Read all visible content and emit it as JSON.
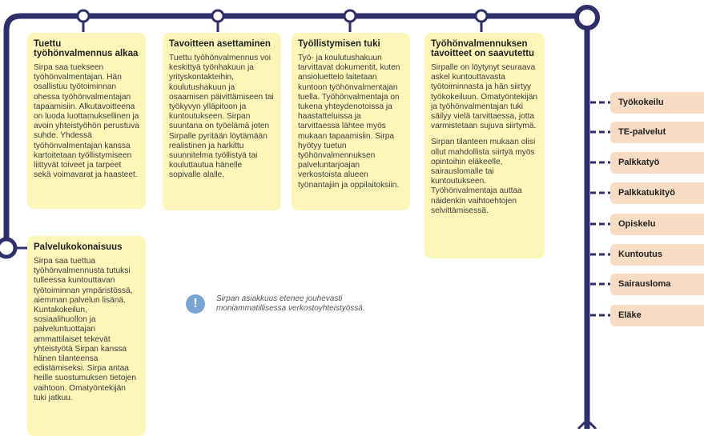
{
  "colors": {
    "track": "#2e2e6a",
    "card": "#fdf6b8",
    "option": "#f6dcc4",
    "note_icon": "#7aa4d6"
  },
  "cards": [
    {
      "title": "Tuettu työhönvalmennus alkaa",
      "paragraphs": [
        "Sirpa saa tuekseen työhönvalmentajan. Hän osallistuu työtoiminnan ohessa työhönvalmentajan tapaamisiin. Alkutavoitteena on luoda luottamuksellinen ja avoin yhteistyöhön perustuva suhde. Yhdessä työhönvalmentajan kanssa kartoitetaan työllistymiseen liittyvät toiveet ja tarpeet sekä voimavarat ja haasteet."
      ]
    },
    {
      "title": "Tavoitteen asettaminen",
      "paragraphs": [
        "Tuettu työhönvalmennus voi keskittyä työnhakuun ja yrityskontakteihin, koulutushakuun ja osaamisen päivittämiseen tai työkyvyn ylläpitoon ja kuntoutukseen. Sirpan suuntana on työelämä joten Sirpalle pyritään löytämään realistinen ja harkittu suunnitelma työllistyä tai kouluttautua hänelle sopivalle alalle."
      ]
    },
    {
      "title": "Työllistymisen tuki",
      "paragraphs": [
        "Työ- ja koulutushakuun tarvittavat dokumentit, kuten ansioluettelo laitetaan kuntoon työhönvalmentajan tuella. Työhönvalmentaja on tukena yhteydenotoissa ja haastatteluissa ja tarvittaessa lähtee myös mukaan tapaamisiin. Sirpa hyötyy tuetun työhönvalmennuksen palveluntarjoajan verkostoista alueen työnantajiin ja oppilaitoksiin."
      ]
    },
    {
      "title": "Työhönvalmennuksen tavoitteet on saavutettu",
      "paragraphs": [
        "Sirpalle on löytynyt seuraava askel kuntouttavasta työtoiminnasta ja hän siirtyy työkokeiluun. Omatyöntekijän ja työhönvalmentajan tuki säilyy vielä tarvittaessa, jotta varmistetaan sujuva siirtymä.",
        "Sirpan tilanteen mukaan olisi ollut mahdollista siirtyä myös opintoihin eläkeelle, sairauslomalle tai kuntoutukseen. Työhönvalmentaja auttaa näidenkin vaihtoehtojen selvittämisessä."
      ]
    },
    {
      "title": "Palvelukokonaisuus",
      "paragraphs": [
        "Sirpa saa tuettua työhönvalmennusta tutuksi tulleessa kuntouttavan työtoiminnan ympäristössä, aiemman palvelun lisänä. Kuntakokeilun, sosiaalihuollon ja palveluntuottajan ammattilaiset tekevät yhteistyötä Sirpan kanssa hänen tilanteensa edistämiseksi. Sirpa antaa heille suostumuksen tietojen vaihtoon. Omatyöntekijän tuki jatkuu."
      ]
    }
  ],
  "options": [
    "Työkokeilu",
    "TE-palvelut",
    "Palkkatyö",
    "Palkkatukityö",
    "Opiskelu",
    "Kuntoutus",
    "Sairausloma",
    "Eläke"
  ],
  "note": {
    "icon": "exclamation-icon",
    "icon_glyph": "!",
    "text": "Sirpan asiakkuus etenee jouhevasti moniammatillisessa verkostoyhteistyössä."
  }
}
